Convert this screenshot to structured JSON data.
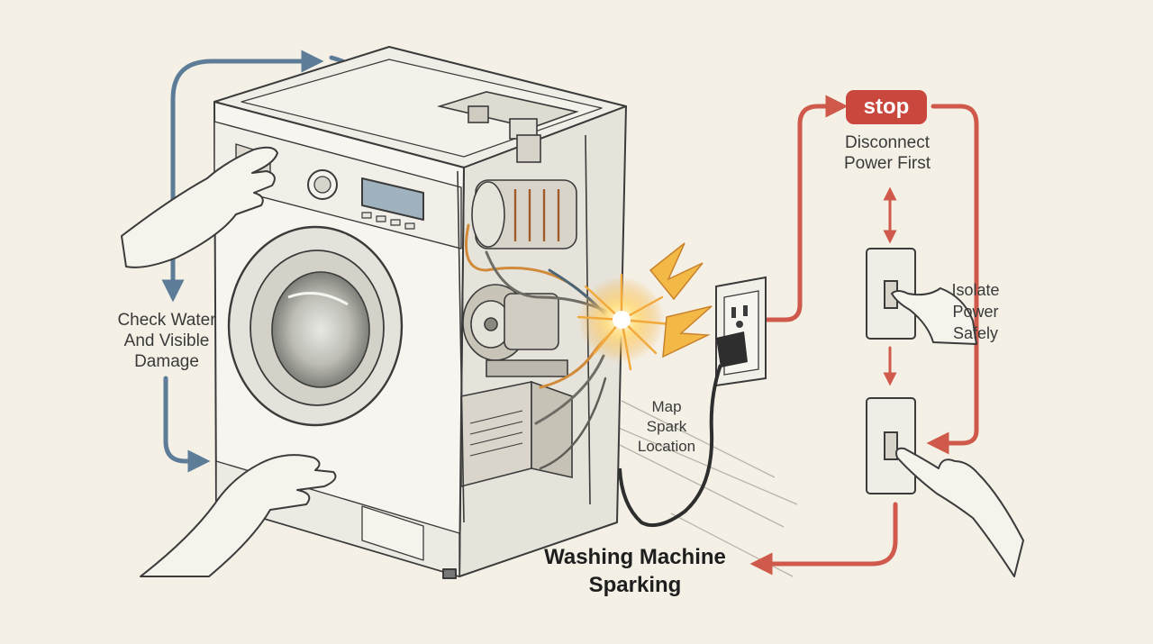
{
  "labels": {
    "check": [
      "Check Water",
      "And Visible",
      "Damage"
    ],
    "map": [
      "Map",
      "Spark",
      "Location"
    ],
    "stop": "stop",
    "disconnect": [
      "Disconnect",
      "Power First"
    ],
    "isolate": [
      "Isolate",
      "Power",
      "Safely"
    ],
    "title": [
      "Washing Machine",
      "Sparking"
    ]
  },
  "colors": {
    "background": "#f4f0e6",
    "ink": "#3b3b3b",
    "blue_arrow": "#5c7c98",
    "red_arrow": "#cf5a4b",
    "stop_badge": "#c9473d",
    "spark": "#f2a93b"
  },
  "icons": [
    "washing-machine",
    "hand",
    "electric-outlet",
    "power-plug",
    "light-switch",
    "spark-burst"
  ]
}
